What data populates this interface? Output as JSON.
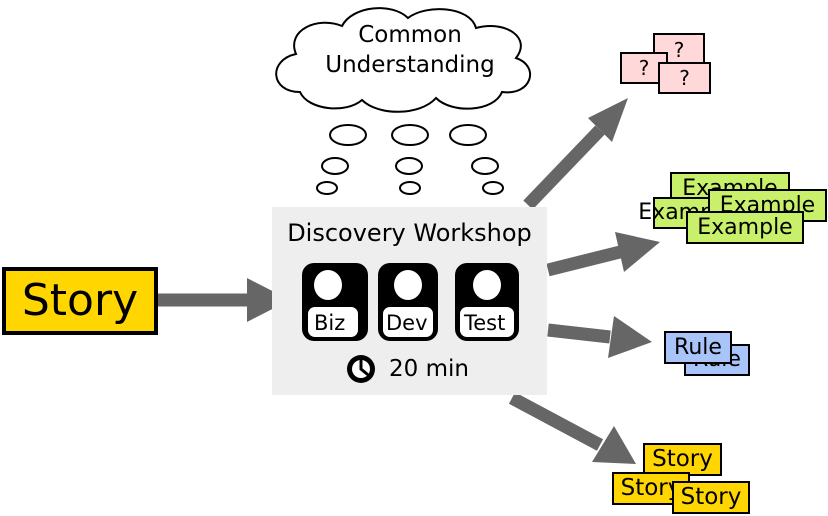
{
  "story_label": "Story",
  "workshop": {
    "title": "Discovery Workshop",
    "roles": [
      "Biz",
      "Dev",
      "Test"
    ],
    "duration": "20 min"
  },
  "cloud": {
    "line1": "Common",
    "line2": "Understanding"
  },
  "outputs": {
    "questions": [
      "?",
      "?",
      "?"
    ],
    "examples": [
      "Example",
      "Example",
      "Example",
      "Example"
    ],
    "rules": [
      "Rule",
      "Rule"
    ],
    "stories": [
      "Story",
      "Story",
      "Story"
    ]
  },
  "colors": {
    "story": "#ffd600",
    "workshop_bg": "#eeeeee",
    "question": "#ffd9d9",
    "example": "#c8f06b",
    "rule": "#a8c4f8",
    "arrow": "#666666"
  },
  "icons": [
    "person-icon",
    "clock-icon",
    "thought-cloud-icon",
    "arrow-icon"
  ]
}
